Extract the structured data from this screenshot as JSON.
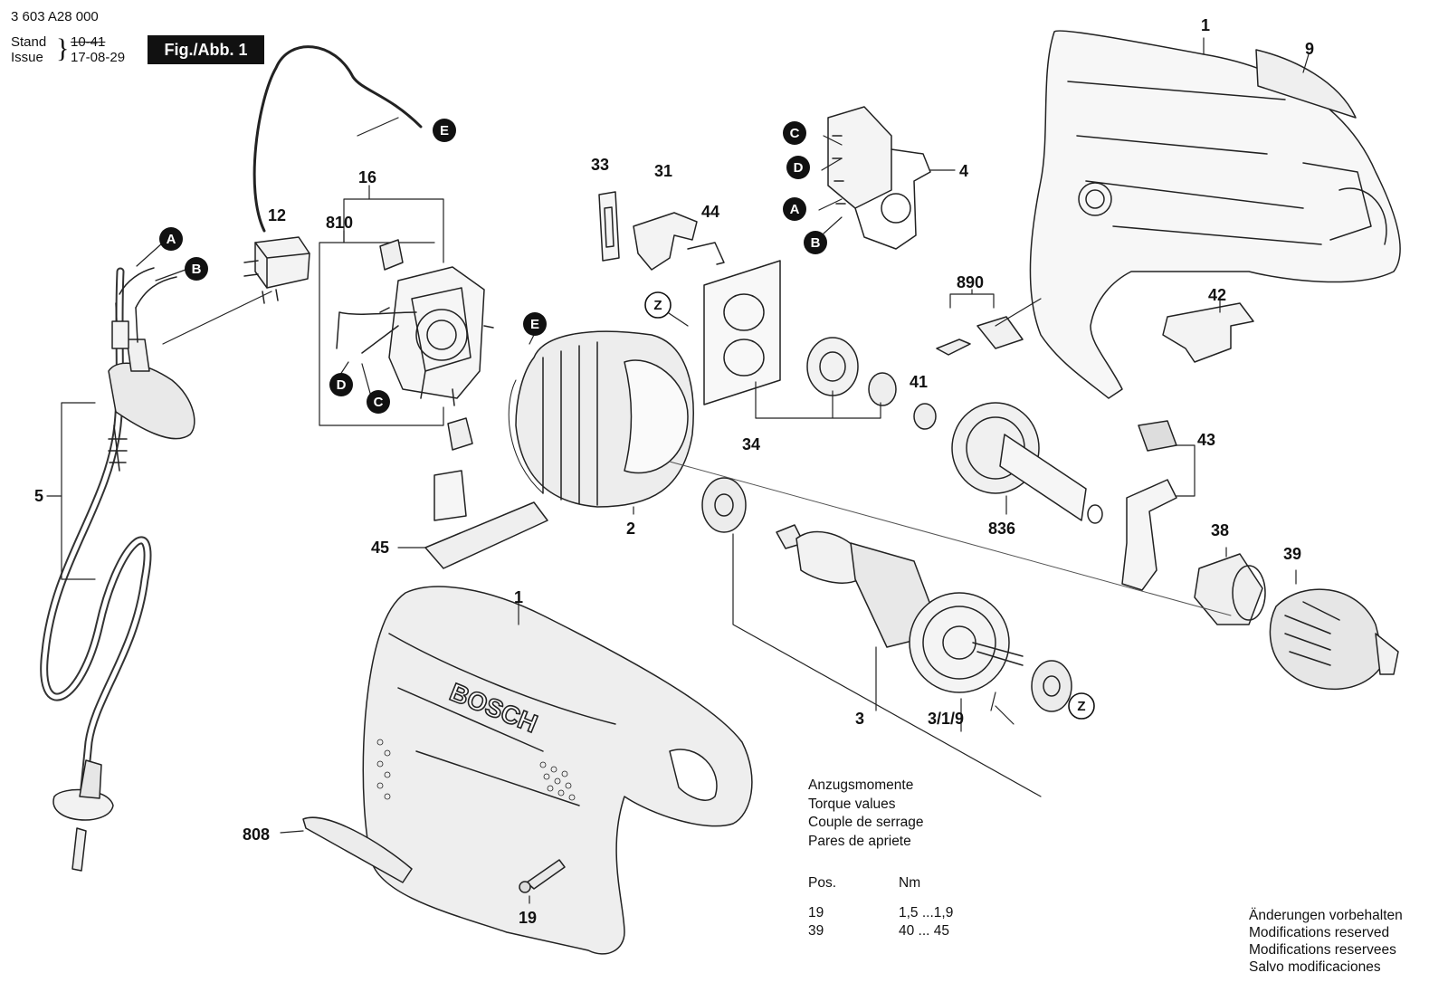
{
  "header": {
    "doc_number": "3 603 A28 000",
    "stand_label": "Stand",
    "issue_label": "Issue",
    "stand_value": "10-41",
    "issue_value": "17-08-29",
    "figure_label": "Fig./Abb. 1"
  },
  "part_labels": {
    "p1": "1",
    "p9": "9",
    "p4": "4",
    "p12": "12",
    "p16": "16",
    "p810": "810",
    "p33": "33",
    "p31": "31",
    "p44": "44",
    "p890": "890",
    "p42": "42",
    "p5": "5",
    "p45": "45",
    "p2": "2",
    "p34": "34",
    "p41": "41",
    "p836": "836",
    "p43": "43",
    "p38": "38",
    "p39": "39",
    "p3": "3",
    "p319": "3/1/9",
    "p1b": "1",
    "p808": "808",
    "p19": "19"
  },
  "markers": {
    "A": "A",
    "B": "B",
    "C": "C",
    "D": "D",
    "E": "E",
    "Z": "Z"
  },
  "brand": "BOSCH",
  "torque": {
    "titles": [
      "Anzugsmomente",
      "Torque values",
      "Couple de serrage",
      "Pares de apriete"
    ],
    "col_pos": "Pos.",
    "col_nm": "Nm",
    "rows": [
      {
        "pos": "19",
        "nm": "1,5 ...1,9"
      },
      {
        "pos": "39",
        "nm": "40 ... 45"
      }
    ]
  },
  "modifications": [
    "Änderungen vorbehalten",
    "Modifications reserved",
    "Modifications reservees",
    "Salvo modificaciones"
  ]
}
